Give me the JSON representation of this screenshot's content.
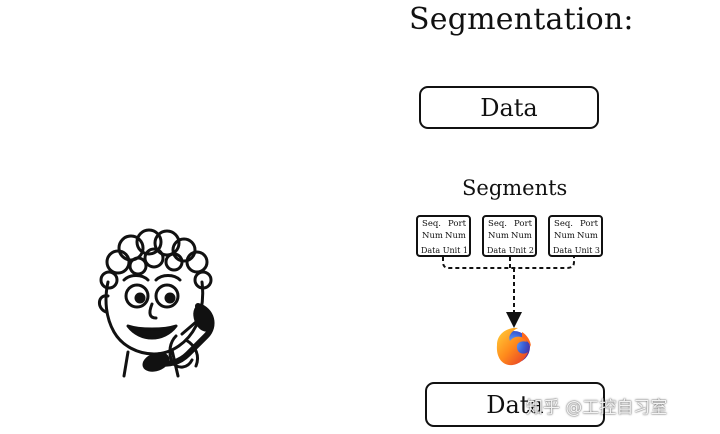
{
  "title": "Segmentation:",
  "data_top": "Data",
  "segments_label": "Segments",
  "segments": [
    {
      "seq": "Seq.",
      "port": "Port",
      "num1": "Num",
      "num2": "Num",
      "unit": "Data Unit 1"
    },
    {
      "seq": "Seq.",
      "port": "Port",
      "num1": "Num",
      "num2": "Num",
      "unit": "Data Unit 2"
    },
    {
      "seq": "Seq.",
      "port": "Port",
      "num1": "Num",
      "num2": "Num",
      "unit": "Data Unit 3"
    }
  ],
  "data_bottom": "Data",
  "icons": {
    "person": "person-on-phone-icon",
    "browser": "firefox-icon"
  },
  "watermark": "知乎 @工控自习室"
}
